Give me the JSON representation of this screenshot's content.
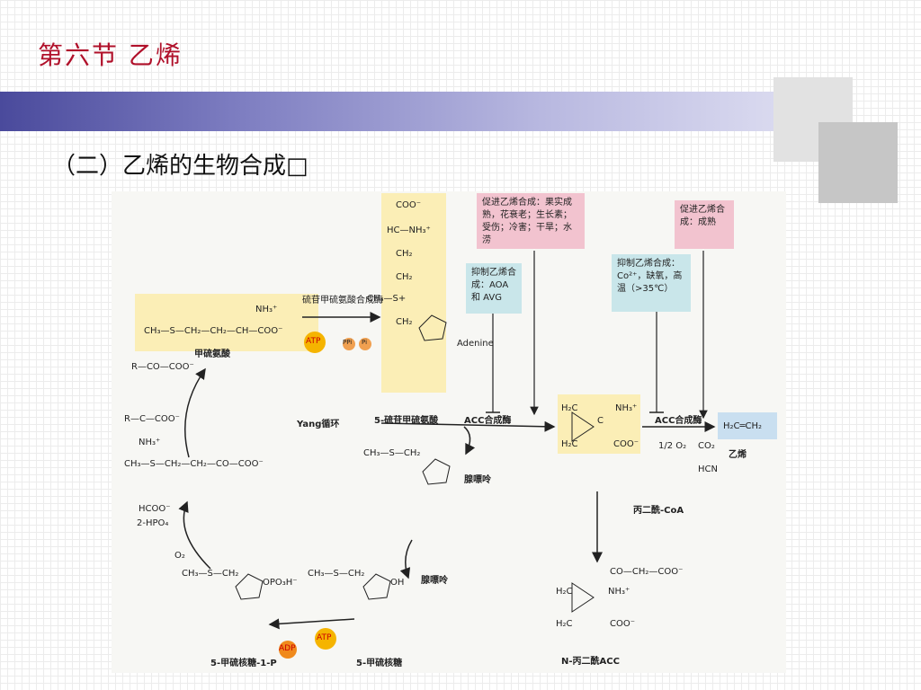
{
  "slide": {
    "title": "第六节 乙烯",
    "subtitle": "（二）乙烯的生物合成□"
  },
  "diagram": {
    "boxes": {
      "promote_1": "促进乙烯合成：果实成熟，花衰老；生长素；受伤；冷害；干旱；水涝",
      "promote_2": "促进乙烯合成：成熟",
      "inhibit_1": "抑制乙烯合成：AOA 和 AVG",
      "inhibit_2": "抑制乙烯合成：Co²⁺，缺氧，高温（>35℃）"
    },
    "labels": {
      "met_enzyme": "硫苷甲硫氨酸合成酶",
      "methionine": "甲硫氨酸",
      "yang_cycle": "Yang循环",
      "sam": "5-硫苷甲硫氨酸",
      "acc_synthase": "ACC合成酶",
      "acc_oxidase": "ACC合成酶",
      "ethylene": "乙烯",
      "ethylene_formula": "H₂C═CH₂",
      "adenine": "Adenine",
      "adenine_1": "腺嘌呤",
      "adenine_2": "腺嘌呤",
      "malonyl_coa": "丙二酰-CoA",
      "n_malonyl_acc": "N-丙二酰ACC",
      "mtrp": "5-甲硫核糖-1-P",
      "mtr": "5-甲硫核糖",
      "atp_1": "ATP",
      "atp_2": "ATP",
      "adp": "ADP",
      "ppi": "PPi",
      "pi": "Pi",
      "o2_half": "1/2 O₂",
      "co2": "CO₂",
      "hcn": "HCN",
      "hcoo": "HCOO⁻",
      "hpo4": "2-HPO₄",
      "o2": "O₂",
      "met_chain": "CH₃—S—CH₂—CH₂—CH—COO⁻",
      "nh3": "NH₃⁺",
      "keto_acid": "R—CO—COO⁻",
      "amino_acid": "R—C—COO⁻",
      "kmb": "CH₃—S—CH₂—CH₂—CO—COO⁻",
      "mta_chain": "CH₃—S—CH₂",
      "sam_head": "COO⁻",
      "sam_hc": "HC—NH₃⁺",
      "sam_ch2": "CH₂",
      "sam_s": "CH₃—S+",
      "acc_h2c_top": "H₂C",
      "acc_h2c_bot": "H₂C",
      "acc_nh3": "NH₃⁺",
      "acc_coo": "COO⁻",
      "acc_c": "C",
      "malonyl_top": "CO—CH₂—COO⁻",
      "opo3": "OPO₃H⁻",
      "oh": "OH"
    }
  }
}
